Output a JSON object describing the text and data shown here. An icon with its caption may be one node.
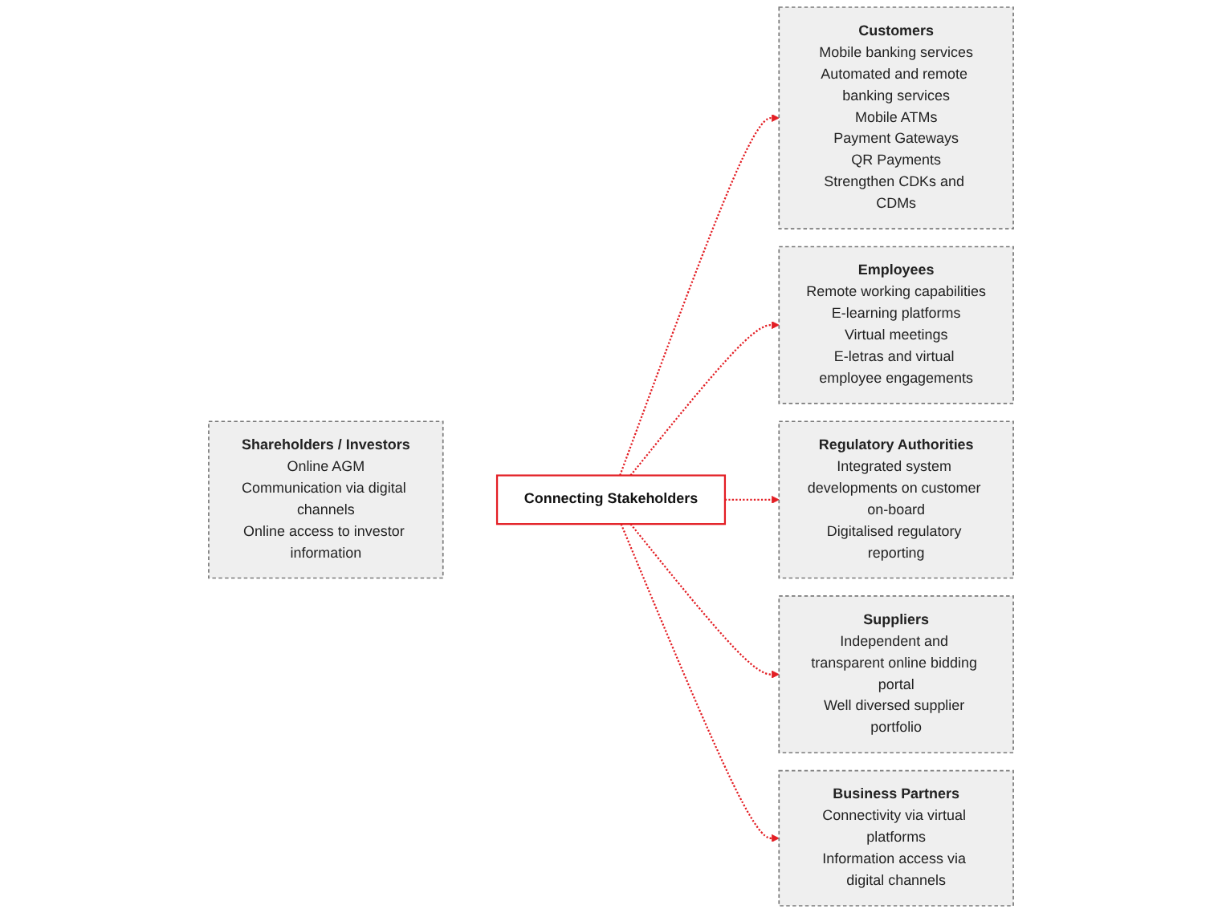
{
  "diagram": {
    "nodes": [
      {
        "text": [
          "Shareholders / Investors",
          "Online AGM",
          "Communication via digital channels",
          "Online access to investor information"
        ]
      },
      {
        "text": [
          "Connecting Stakeholders"
        ]
      },
      {
        "text": [
          "Customers",
          "Mobile banking services",
          "Automated and remote banking services",
          "Mobile ATMs",
          "Payment Gateways",
          "QR Payments",
          "Strengthen CDKs and CDMs"
        ]
      },
      {
        "text": [
          "Employees",
          "Remote working capabilities",
          "E-learning platforms",
          "Virtual meetings",
          "E-letras and virtual employee engagements"
        ]
      },
      {
        "text": [
          "Regulatory Authorities",
          "Integrated system developments on customer on-board",
          "Digitalised regulatory reporting"
        ]
      },
      {
        "text": [
          "Suppliers",
          "Independent and transparent online bidding portal",
          "Well diversed supplier portfolio"
        ]
      },
      {
        "text": [
          "Business Partners",
          "Connectivity via virtual platforms",
          "Information access via digital channels"
        ]
      }
    ],
    "edges": [
      {
        "from": 1,
        "to": 2,
        "arrow": "to",
        "style": "dashed"
      },
      {
        "from": 1,
        "to": 3,
        "arrow": "to",
        "style": "dashed"
      },
      {
        "from": 1,
        "to": 4,
        "arrow": "to",
        "style": "dashed"
      },
      {
        "from": 1,
        "to": 5,
        "arrow": "to",
        "style": "dashed"
      },
      {
        "from": 1,
        "to": 6,
        "arrow": "to",
        "style": "dashed"
      }
    ]
  }
}
